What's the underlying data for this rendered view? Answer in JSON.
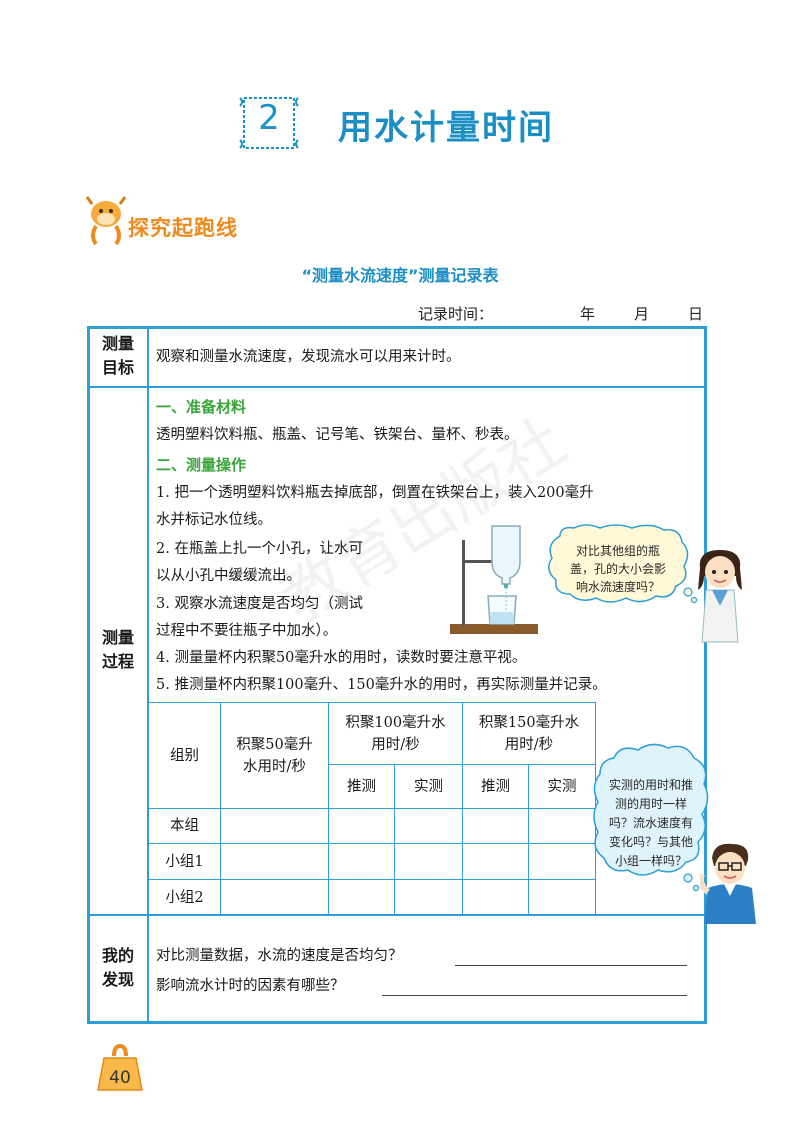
{
  "lesson": {
    "number": "2",
    "title": "用水计量时间"
  },
  "section": {
    "label": "探究起跑线"
  },
  "table_caption": "“测量水流速度”测量记录表",
  "record_time": {
    "label": "记录时间：",
    "year": "年",
    "month": "月",
    "day": "日"
  },
  "goal": {
    "label_line1": "测量",
    "label_line2": "目标",
    "text": "观察和测量水流速度，发现流水可以用来计时。"
  },
  "process": {
    "label_line1": "测量",
    "label_line2": "过程",
    "materials_heading": "一、准备材料",
    "materials_text": "透明塑料饮料瓶、瓶盖、记号笔、铁架台、量杯、秒表。",
    "operation_heading": "二、测量操作",
    "step1_line1": "1. 把一个透明塑料饮料瓶去掉底部，倒置在铁架台上，装入200毫升",
    "step1_line2": "水并标记水位线。",
    "step2_line1": "2. 在瓶盖上扎一个小孔，让水可",
    "step2_line2": "以从小孔中缓缓流出。",
    "step3_line1": "3. 观察水流速度是否均匀（测试",
    "step3_line2": "过程中不要往瓶子中加水）。",
    "step4": "4. 测量量杯内积聚50毫升水的用时，读数时要注意平视。",
    "step5": "5. 推测量杯内积聚100毫升、150毫升水的用时，再实际测量并记录。"
  },
  "data_table": {
    "col_group": "组别",
    "col_50_line1": "积聚50毫升",
    "col_50_line2": "水用时/秒",
    "col_100_line1": "积聚100毫升水",
    "col_100_line2": "用时/秒",
    "col_150_line1": "积聚150毫升水",
    "col_150_line2": "用时/秒",
    "sub_estimate_1": "推测",
    "sub_actual_1": "实测",
    "sub_estimate_2": "推测",
    "sub_actual_2": "实测",
    "rows": [
      "本组",
      "小组1",
      "小组2"
    ]
  },
  "bubble_girl": {
    "line1": "对比其他组的瓶",
    "line2": "盖，孔的大小会影",
    "line3": "响水流速度吗？"
  },
  "bubble_boy": {
    "line1": "实测的用时和推",
    "line2": "测的用时一样",
    "line3": "吗？流水速度有",
    "line4": "变化吗？与其他",
    "line5": "小组一样吗？"
  },
  "discovery": {
    "label_line1": "我的",
    "label_line2": "发现",
    "q1": "对比测量数据，水流的速度是否均匀？",
    "q2": "影响流水计时的因素有哪些？"
  },
  "page_number": "40",
  "colors": {
    "frame": "#2d9fd6",
    "title": "#1b8fc5",
    "green": "#3aa53a",
    "orange": "#f08a1c"
  }
}
